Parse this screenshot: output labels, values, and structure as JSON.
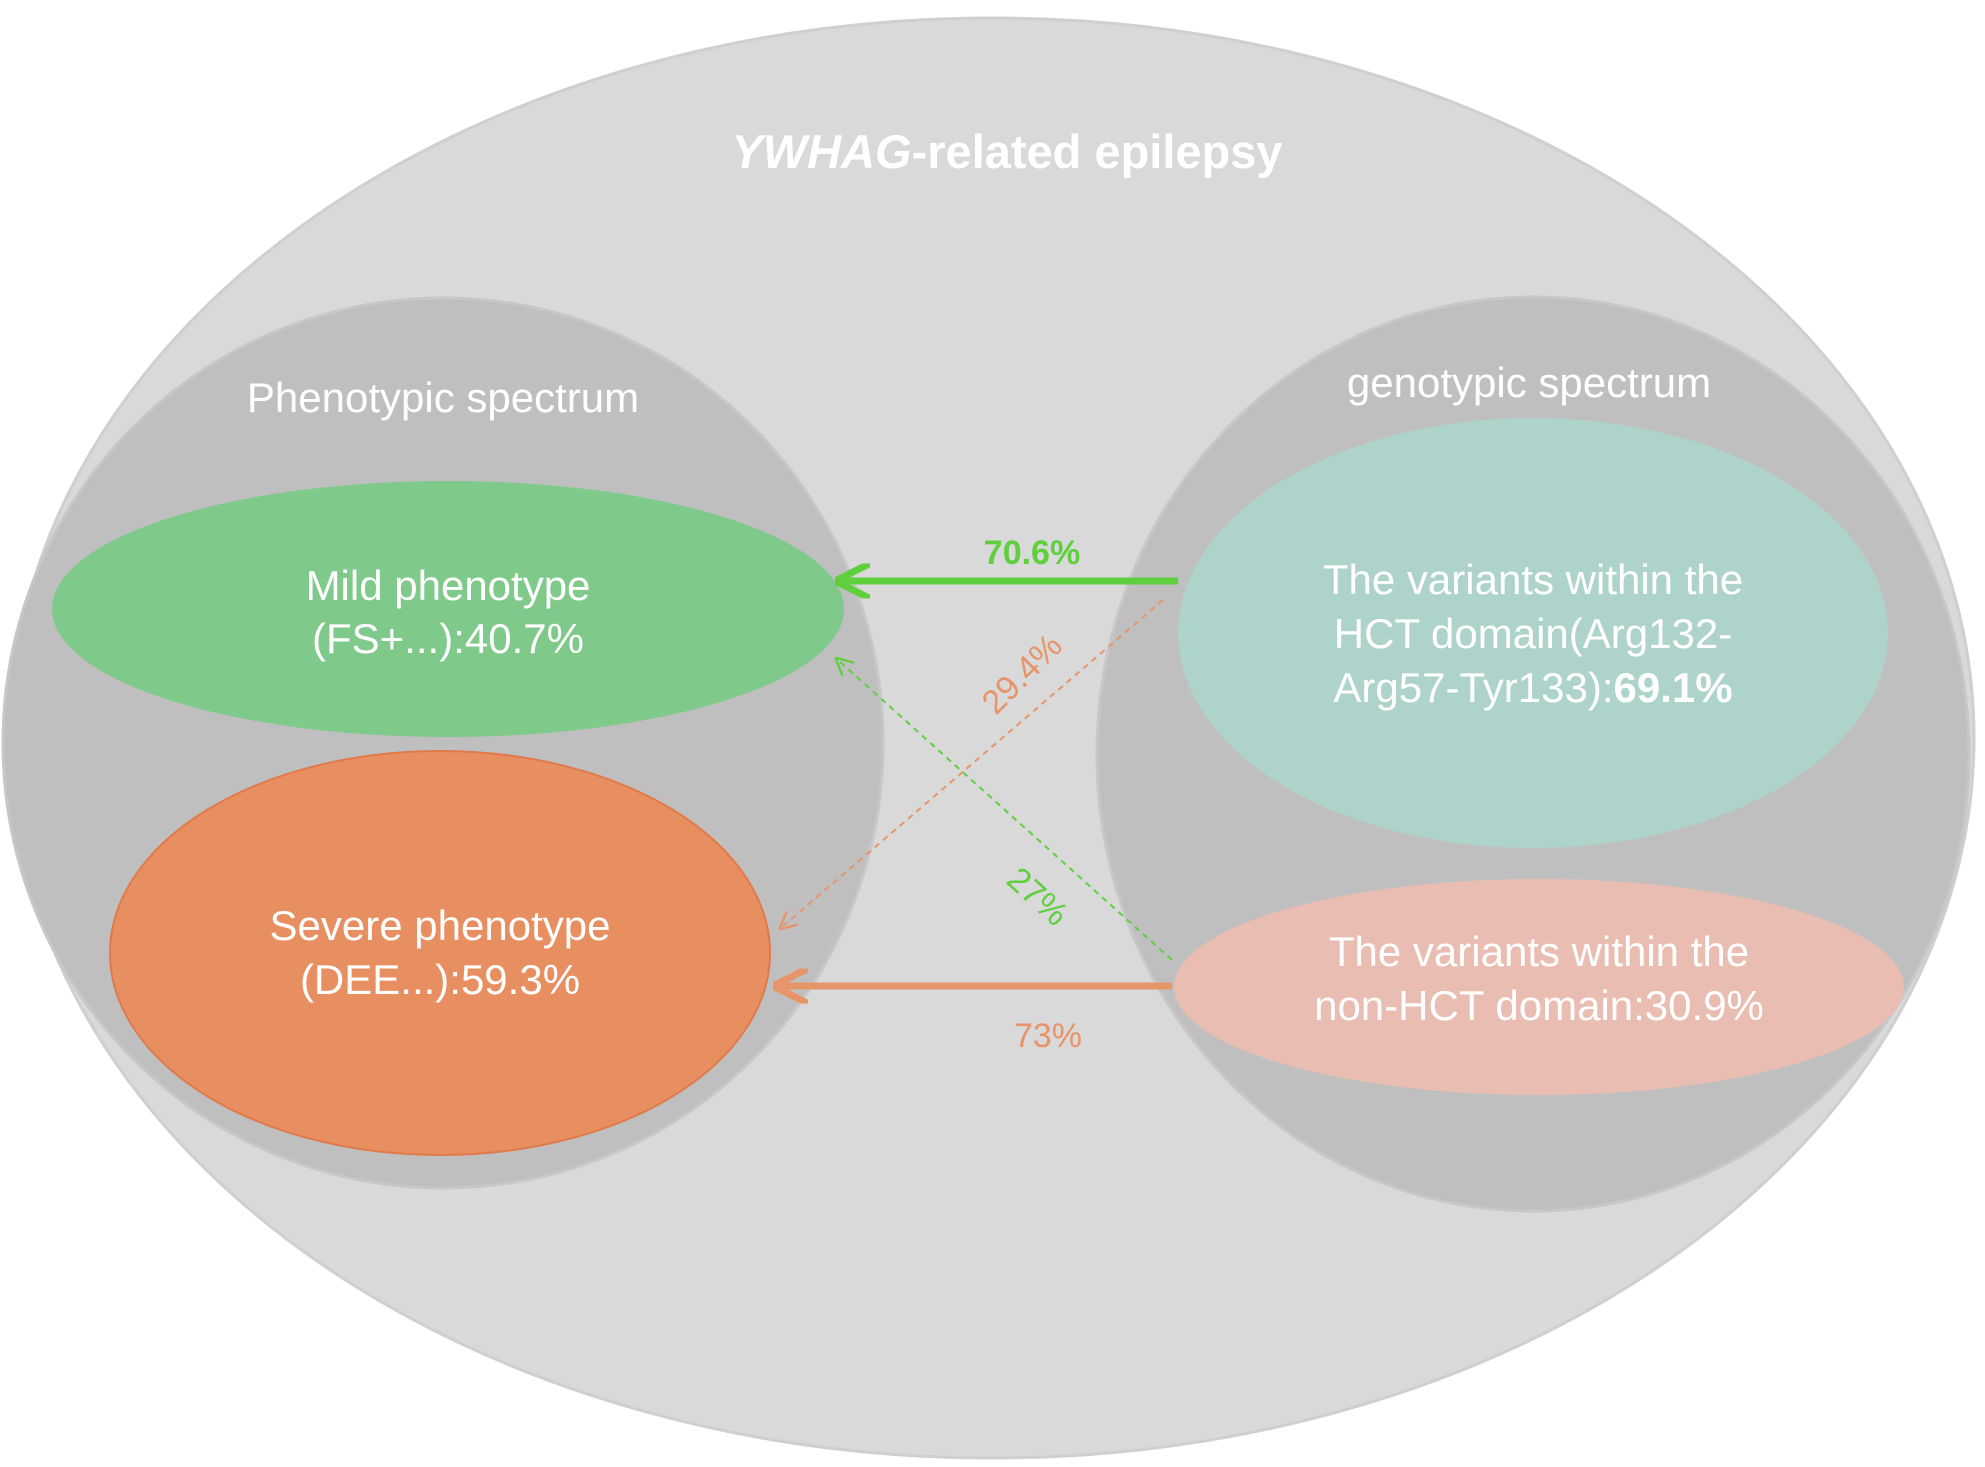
{
  "title": {
    "gene": "YWHAG",
    "suffix": "-related epilepsy"
  },
  "phenotypic": {
    "label": "Phenotypic spectrum",
    "mild": {
      "line1": "Mild phenotype",
      "line2": "(FS+...):40.7%"
    },
    "severe": {
      "line1": "Severe phenotype",
      "line2": "(DEE...):59.3%"
    }
  },
  "genotypic": {
    "label": "genotypic spectrum",
    "hct": {
      "line1": "The variants within the",
      "line2": "HCT domain(Arg132-",
      "line3_prefix": "Arg57-Tyr133):",
      "line3_value": "69.1%"
    },
    "non_hct": {
      "line1": "The variants within the",
      "line2": "non-HCT domain:30.9%"
    }
  },
  "links": {
    "hct_to_mild": "70.6%",
    "hct_to_severe": "29.4%",
    "nonhct_to_mild": "27%",
    "nonhct_to_severe": "73%"
  },
  "colors": {
    "outer": "#d9d9d9",
    "spectrum": "#bfbfbf",
    "mild": "#7fc98b",
    "severe": "#e88f61",
    "hct": "#aed3ca",
    "non_hct": "#e9bdb2",
    "green_arrow": "#5fcf3e",
    "orange_arrow": "#e8946a"
  }
}
